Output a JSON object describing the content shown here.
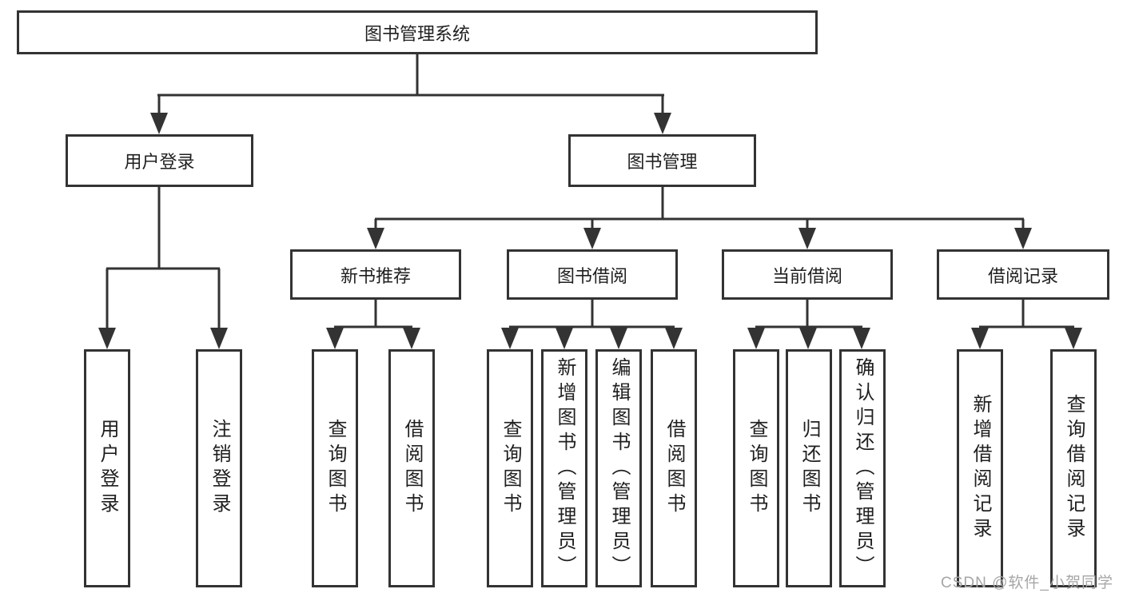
{
  "diagram": {
    "root": {
      "label": "图书管理系统"
    },
    "level2": {
      "user_login": {
        "label": "用户登录"
      },
      "book_mgmt": {
        "label": "图书管理"
      }
    },
    "level3": {
      "new_books": {
        "label": "新书推荐"
      },
      "borrowing": {
        "label": "图书借阅"
      },
      "current": {
        "label": "当前借阅"
      },
      "records": {
        "label": "借阅记录"
      }
    },
    "leaves": {
      "user_login": [
        "用户登录",
        "注销登录"
      ],
      "new_books": [
        "查询图书",
        "借阅图书"
      ],
      "borrowing": [
        "查询图书",
        "新增图书（管理员）",
        "编辑图书（管理员）",
        "借阅图书"
      ],
      "current": [
        "查询图书",
        "归还图书",
        "确认归还（管理员）"
      ],
      "records": [
        "新增借阅记录",
        "查询借阅记录"
      ]
    }
  },
  "watermark": "CSDN @软件_小贺同学",
  "colors": {
    "line": "#333333",
    "text": "#1f1f1f",
    "background": "#ffffff",
    "watermark": "#a6a6a6"
  }
}
